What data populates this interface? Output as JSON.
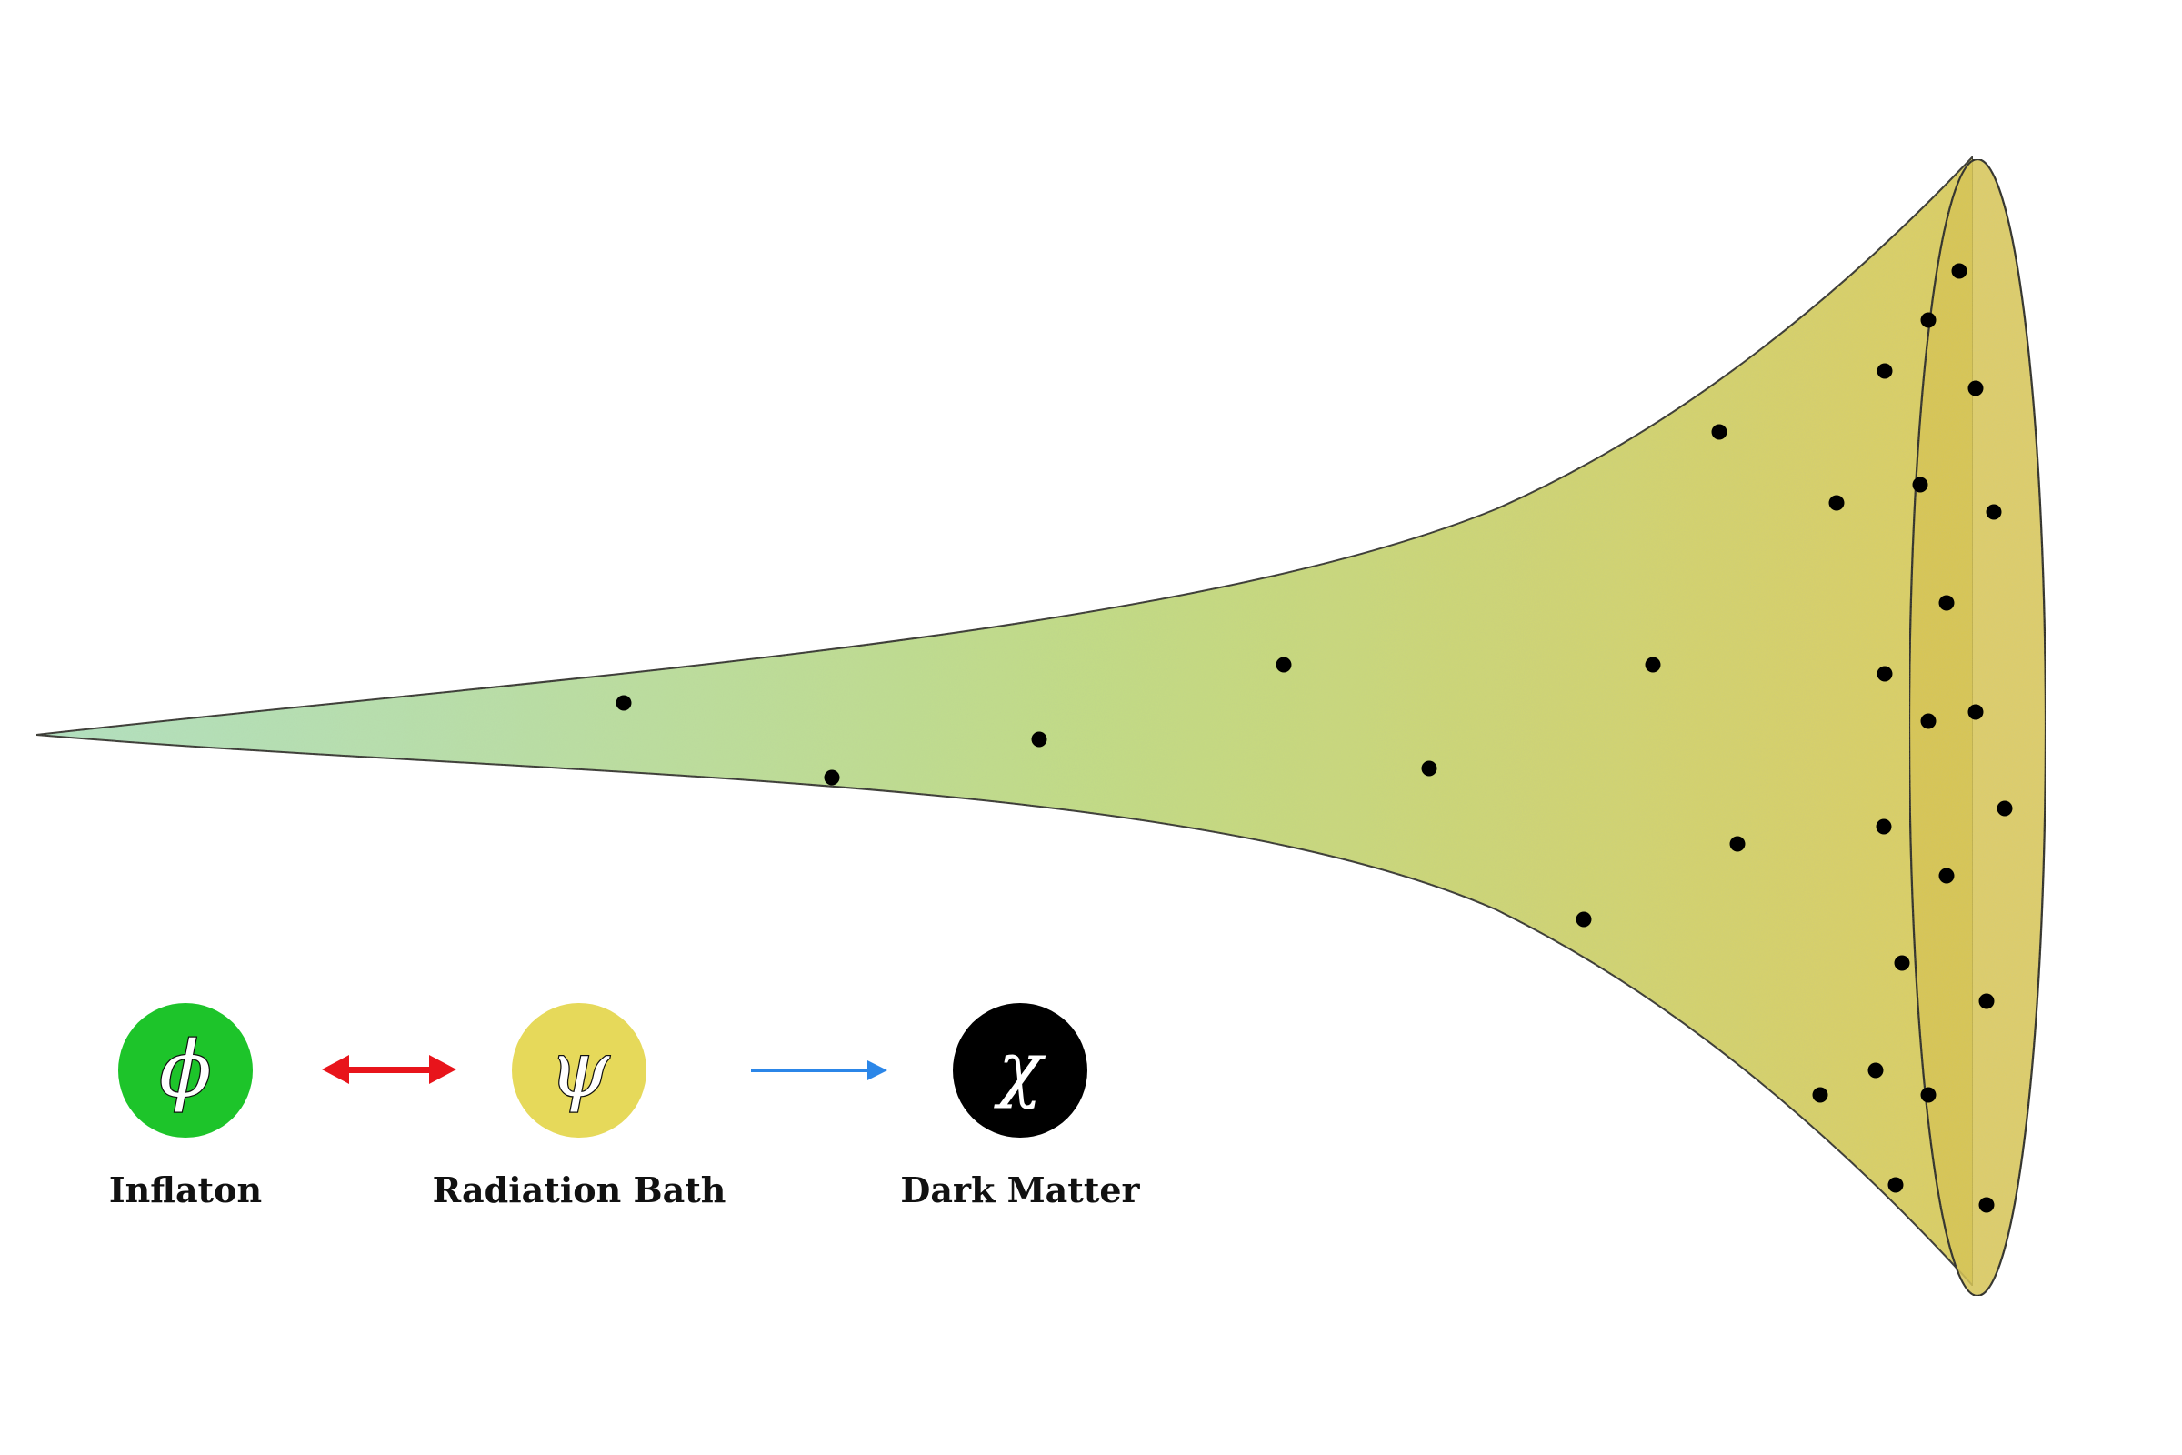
{
  "colors": {
    "funnel_start": "#b2e3c2",
    "funnel_mid": "#c3dd84",
    "funnel_end": "#ddcf60",
    "mouth_fill": "#d8c54e",
    "outline": "#222222",
    "dot": "#000000",
    "inflaton": "#1dc42a",
    "radiation": "#e6d95a",
    "dark_matter": "#000000",
    "arrow_exchange": "#e8141b",
    "arrow_decay": "#2b86e8"
  },
  "legend": {
    "inflaton": {
      "symbol": "ϕ",
      "label": "Inflaton",
      "icon": "inflaton-circle-icon"
    },
    "radiation": {
      "symbol": "ψ",
      "label": "Radiation Bath",
      "icon": "radiation-circle-icon"
    },
    "dark_matter": {
      "symbol": "χ",
      "label": "Dark Matter",
      "icon": "dark-matter-circle-icon"
    },
    "arrows": [
      {
        "from": "inflaton",
        "to": "radiation",
        "style": "double-headed",
        "color": "arrow_exchange"
      },
      {
        "from": "radiation",
        "to": "dark_matter",
        "style": "single-headed",
        "color": "arrow_decay"
      }
    ]
  }
}
